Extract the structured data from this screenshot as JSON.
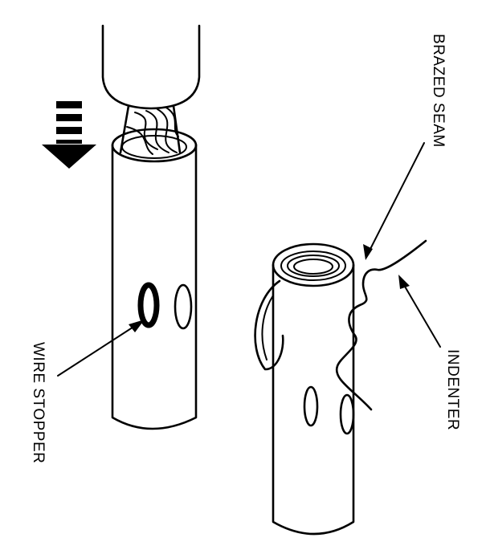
{
  "labels": {
    "brazed_seam": "BRAZED SEAM",
    "wire_stopper": "WIRE STOPPER",
    "indenter": "INDENTER"
  },
  "icons": {
    "insert_direction": "down-arrow-icon"
  },
  "colors": {
    "ink": "#000000",
    "paper": "#ffffff"
  }
}
